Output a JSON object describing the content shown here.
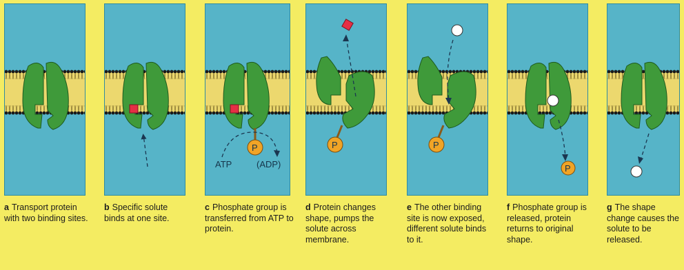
{
  "colors": {
    "panel": "#56b4c8",
    "background": "#f4ec62",
    "membrane": "#ecd86e",
    "protein": "#3f9a3a",
    "solute_red": "#e52f45",
    "solute_white": "#ffffff",
    "phosphate": "#f0a426"
  },
  "panels": [
    {
      "letter": "a",
      "text": "Transport protein with two binding sites."
    },
    {
      "letter": "b",
      "text": "Specific solute binds at one site."
    },
    {
      "letter": "c",
      "text": "Phosphate group is transferred from ATP to protein."
    },
    {
      "letter": "d",
      "text": "Protein changes shape, pumps the solute across membrane."
    },
    {
      "letter": "e",
      "text": "The other binding site is now exposed, different solute binds to it."
    },
    {
      "letter": "f",
      "text": "Phosphate group is released, protein returns to original shape."
    },
    {
      "letter": "g",
      "text": "The shape change causes the solute to be released."
    }
  ],
  "labels": {
    "atp": "ATP",
    "adp": "(ADP)",
    "phosphate": "P"
  }
}
